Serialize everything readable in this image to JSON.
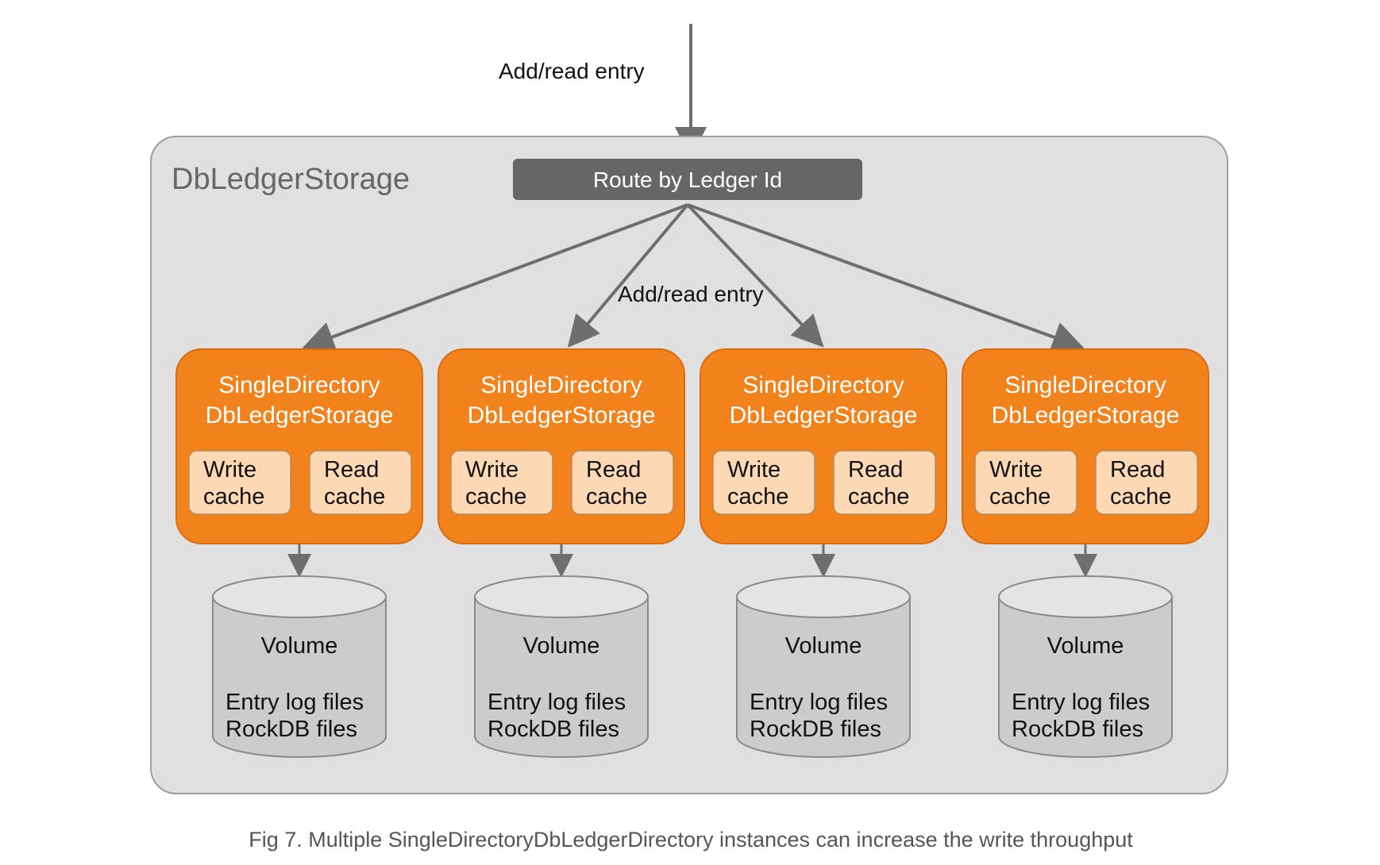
{
  "diagram": {
    "entry_label": "Add/read entry",
    "container_title": "DbLedgerStorage",
    "router_label": "Route by Ledger Id",
    "inner_entry_label": "Add/read entry",
    "storages": [
      {
        "title_line1": "SingleDirectory",
        "title_line2": "DbLedgerStorage",
        "write_cache": [
          "Write",
          "cache"
        ],
        "read_cache": [
          "Read",
          "cache"
        ],
        "volume": {
          "title": "Volume",
          "line1": "Entry log files",
          "line2": "RockDB files"
        }
      },
      {
        "title_line1": "SingleDirectory",
        "title_line2": "DbLedgerStorage",
        "write_cache": [
          "Write",
          "cache"
        ],
        "read_cache": [
          "Read",
          "cache"
        ],
        "volume": {
          "title": "Volume",
          "line1": "Entry log files",
          "line2": "RockDB files"
        }
      },
      {
        "title_line1": "SingleDirectory",
        "title_line2": "DbLedgerStorage",
        "write_cache": [
          "Write",
          "cache"
        ],
        "read_cache": [
          "Read",
          "cache"
        ],
        "volume": {
          "title": "Volume",
          "line1": "Entry log files",
          "line2": "RockDB files"
        }
      },
      {
        "title_line1": "SingleDirectory",
        "title_line2": "DbLedgerStorage",
        "write_cache": [
          "Write",
          "cache"
        ],
        "read_cache": [
          "Read",
          "cache"
        ],
        "volume": {
          "title": "Volume",
          "line1": "Entry log files",
          "line2": "RockDB files"
        }
      }
    ],
    "caption": "Fig 7. Multiple SingleDirectoryDbLedgerDirectory instances can increase the write throughput"
  },
  "colors": {
    "container_fill": "#e0e0e0",
    "container_stroke": "#9e9e9e",
    "router_fill": "#666666",
    "orange": "#f2821c",
    "cache_fill": "#fcd9b4",
    "arrow": "#6e6e6e",
    "volume_body": "#cccccc",
    "volume_top": "#e4e4e4",
    "caption": "#555555"
  }
}
